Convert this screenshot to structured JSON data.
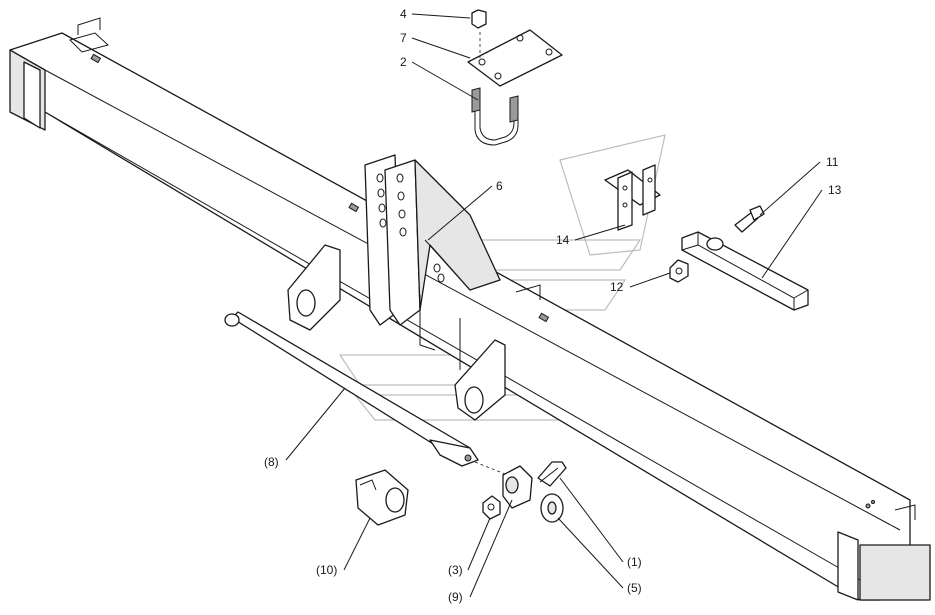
{
  "callouts": [
    {
      "id": "c4",
      "text": "4"
    },
    {
      "id": "c7",
      "text": "7"
    },
    {
      "id": "c2",
      "text": "2"
    },
    {
      "id": "c6",
      "text": "6"
    },
    {
      "id": "c11",
      "text": "11"
    },
    {
      "id": "c13",
      "text": "13"
    },
    {
      "id": "c14",
      "text": "14"
    },
    {
      "id": "c12",
      "text": "12"
    },
    {
      "id": "c8",
      "text": "(8)"
    },
    {
      "id": "c10",
      "text": "(10)"
    },
    {
      "id": "c3",
      "text": "(3)"
    },
    {
      "id": "c9",
      "text": "(9)"
    },
    {
      "id": "c1",
      "text": "(1)"
    },
    {
      "id": "c5",
      "text": "(5)"
    }
  ],
  "colors": {
    "line": "#1a1a1a",
    "watermark": "#bdbdbd",
    "shade": "#e6e6e6"
  }
}
